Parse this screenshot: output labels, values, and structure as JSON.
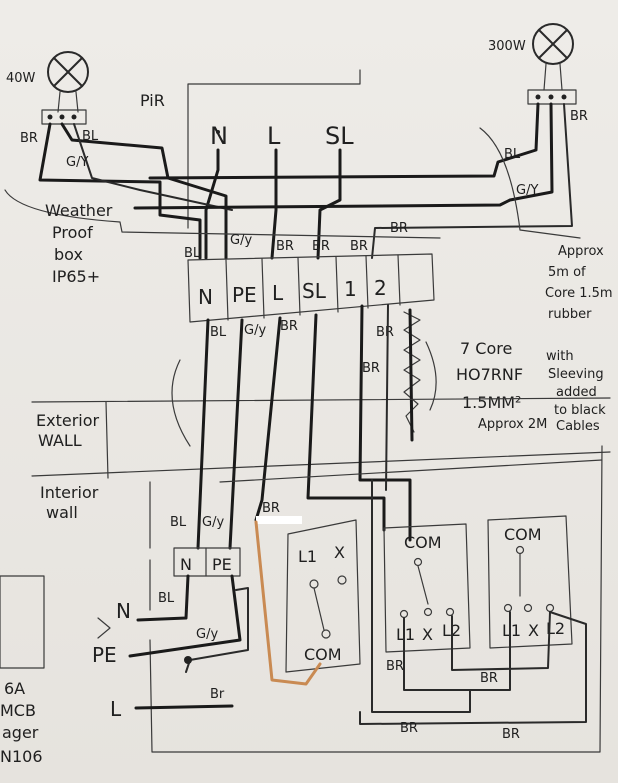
{
  "lamps": {
    "left": {
      "label": "40W"
    },
    "right": {
      "label": "300W"
    }
  },
  "pir": {
    "label": "PiR",
    "terminals": [
      "N",
      "L",
      "SL"
    ]
  },
  "terminal_block": {
    "terminals": [
      "N",
      "PE",
      "L",
      "SL",
      "1",
      "2"
    ]
  },
  "weatherproof_box": [
    "Weather",
    "Proof",
    "box",
    "IP65+"
  ],
  "cable_notes": {
    "rubber": [
      "Approx",
      "5m of",
      "Core 1.5m",
      "rubber"
    ],
    "core7": [
      "7 Core",
      "HO7RNF",
      "1.5MM²",
      "Approx 2M"
    ],
    "sleeving": [
      "with",
      "Sleeving",
      "added",
      "to black",
      "Cables"
    ]
  },
  "walls": {
    "exterior": [
      "Exterior",
      "WALL"
    ],
    "interior": [
      "Interior",
      "wall"
    ]
  },
  "wire_labels": {
    "br": "BR",
    "bl": "BL",
    "gy": "G/y",
    "gy_upper": "G/Y",
    "br_lower": "Br"
  },
  "switches": {
    "s1": {
      "l1": "L1",
      "x": "X",
      "com": "COM"
    },
    "s2": {
      "com": "COM",
      "l1": "L1",
      "x": "X",
      "l2": "L2"
    },
    "s3": {
      "com": "COM",
      "l1": "L1",
      "x": "X",
      "l2": "L2"
    }
  },
  "supply": {
    "n": "N",
    "pe": "PE",
    "l": "L",
    "nblock_n": "N",
    "nblock_pe": "PE"
  },
  "mcb": [
    "6A",
    "MCB",
    "ager",
    "N106"
  ]
}
